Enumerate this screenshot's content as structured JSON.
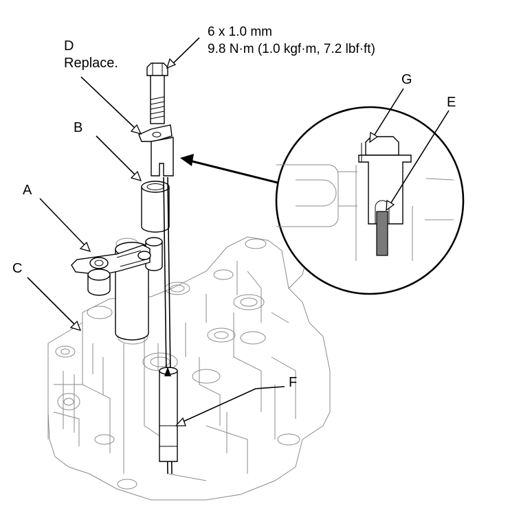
{
  "spec": {
    "size": "6 x 1.0 mm",
    "torque": "9.8 N·m (1.0 kgf·m, 7.2 lbf·ft)"
  },
  "labels": {
    "a": "A",
    "b": "B",
    "c": "C",
    "d": "D",
    "d_note": "Replace.",
    "e": "E",
    "f": "F",
    "g": "G"
  },
  "colors": {
    "line": "#000000",
    "housing_line": "#8a8a8a",
    "shaft_fill": "#7a7a7a"
  }
}
